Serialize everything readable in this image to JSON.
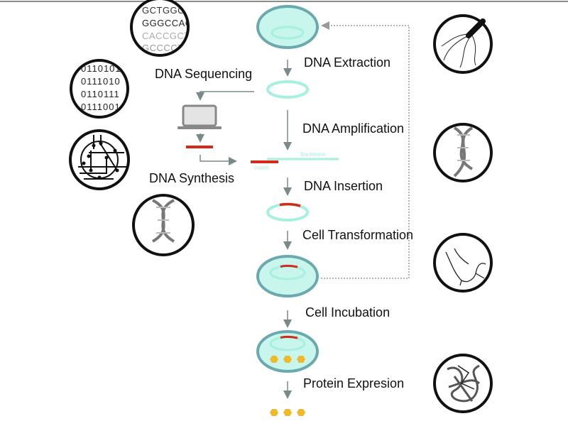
{
  "steps": {
    "extraction": "DNA Extraction",
    "sequencing": "DNA Sequencing",
    "amplification": "DNA Amplification",
    "synthesis": "DNA Synthesis",
    "insertion": "DNA Insertion",
    "transformation": "Cell Transformation",
    "incubation": "Cell Incubation",
    "expression": "Protein Expresion"
  },
  "insertion_labels": {
    "backbone": "Backbone",
    "insert": "Insert"
  },
  "sequence_lines": [
    "GCTGGC",
    "GGGCCAC",
    "CACCGCT",
    "GCCCCT"
  ],
  "binary_lines": [
    "0110101",
    "0111010",
    "0110111",
    "0111001"
  ],
  "icons": {
    "sequence": "dna-sequence-icon",
    "binary": "binary-code-icon",
    "circuit": "circuit-icon",
    "helix_left": "dna-helix-icon",
    "bacterium": "bacterium-icon",
    "helix_right": "dna-helix-icon",
    "hand": "hand-icon",
    "protein": "protein-structure-icon",
    "laptop": "laptop-icon"
  },
  "colors": {
    "cell_fill": "#c8f5ec",
    "cell_stroke": "#6aa9ae",
    "plasmid": "#a6f0e0",
    "insert": "#d42a1a",
    "protein": "#f0b929",
    "arrow": "#7a8a8a"
  }
}
